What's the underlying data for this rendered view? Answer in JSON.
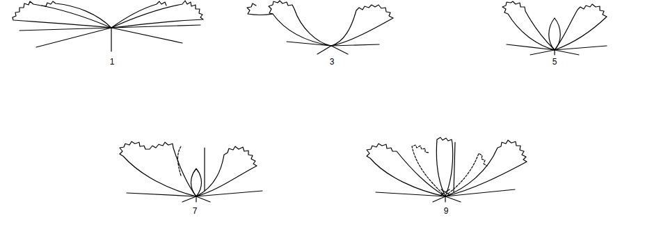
{
  "diagram": {
    "labels": [
      "1",
      "3",
      "5",
      "7",
      "9"
    ]
  }
}
